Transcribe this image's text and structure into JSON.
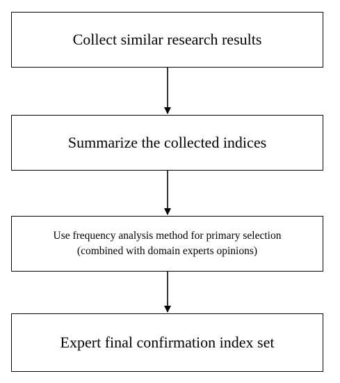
{
  "diagram": {
    "type": "flowchart",
    "direction": "top-to-bottom",
    "steps": [
      {
        "id": "step-1",
        "lines": [
          "Collect similar research results"
        ]
      },
      {
        "id": "step-2",
        "lines": [
          "Summarize the collected indices"
        ]
      },
      {
        "id": "step-3",
        "lines": [
          "Use frequency analysis method for primary selection",
          "(combined with domain experts opinions)"
        ]
      },
      {
        "id": "step-4",
        "lines": [
          "Expert final confirmation index set"
        ]
      }
    ],
    "connections": [
      {
        "from": "step-1",
        "to": "step-2"
      },
      {
        "from": "step-2",
        "to": "step-3"
      },
      {
        "from": "step-3",
        "to": "step-4"
      }
    ],
    "colors": {
      "stroke": "#000000",
      "background": "#ffffff",
      "text": "#000000"
    }
  }
}
